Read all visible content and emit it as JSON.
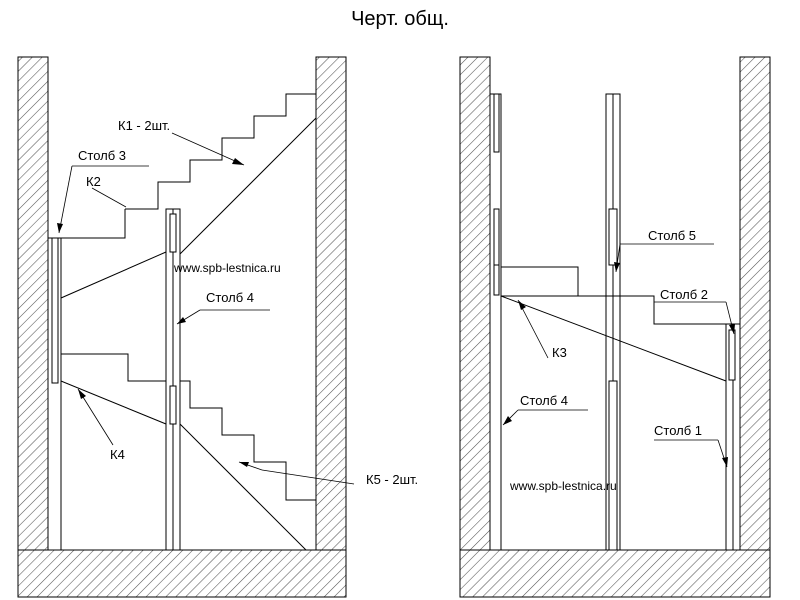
{
  "title": "Черт. общ.",
  "left": {
    "k1": "К1 -  2шт.",
    "stolb3": "Столб 3",
    "k2": "К2",
    "website": "www.spb-lestnica.ru",
    "stolb4": "Столб 4",
    "k4": "К4",
    "k5": "К5 -  2шт."
  },
  "right": {
    "stolb5": "Столб 5",
    "stolb2": "Столб 2",
    "k3": "К3",
    "stolb4": "Столб 4",
    "stolb1": "Столб 1",
    "website": "www.spb-lestnica.ru"
  }
}
